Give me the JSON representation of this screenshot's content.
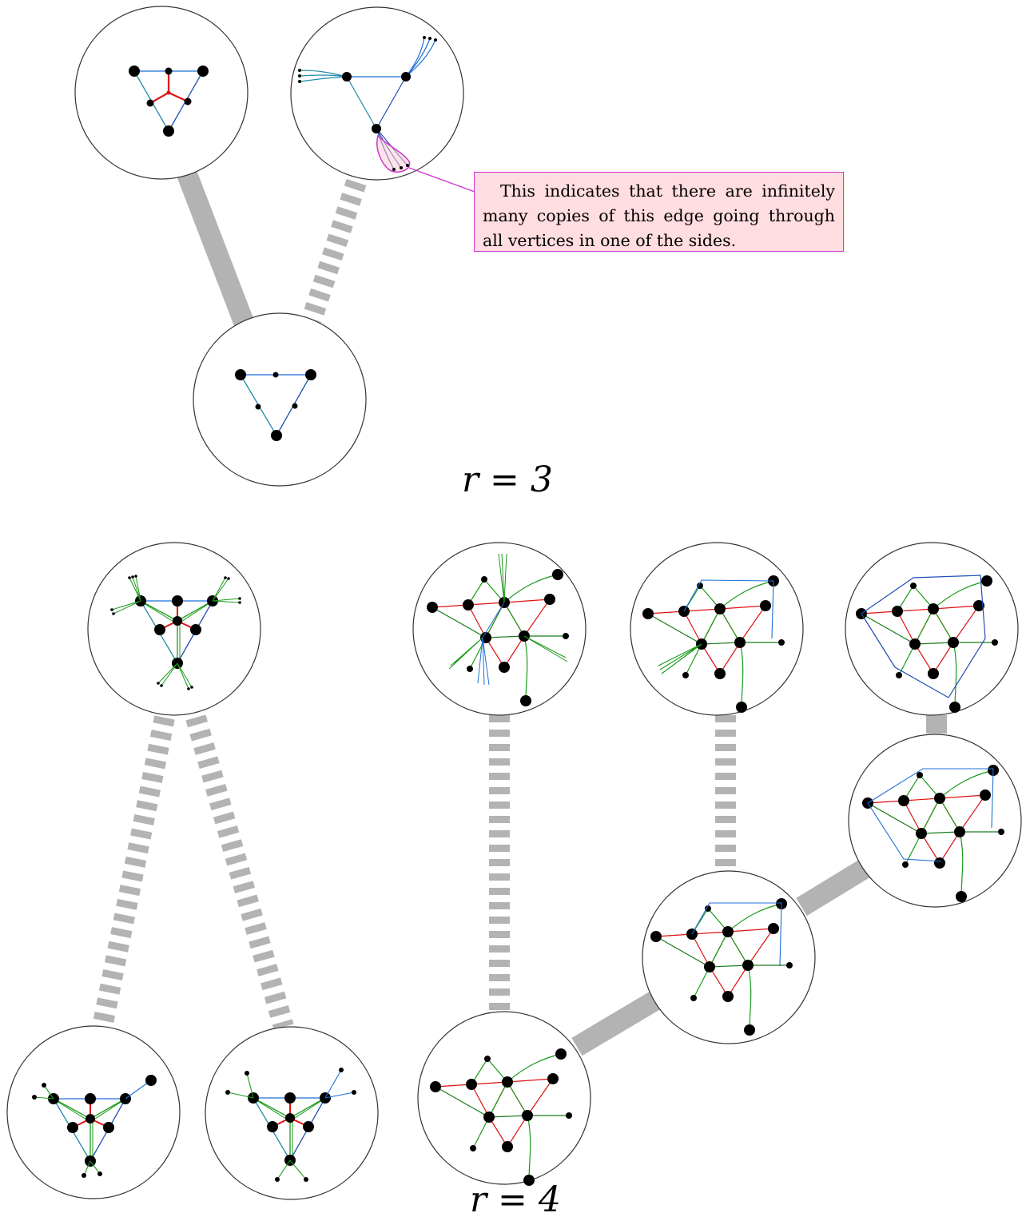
{
  "annotation": {
    "text": "This indicates that there are infinitely many copies of this edge going through all vertices in one of the sides."
  },
  "labels": {
    "r3": "r = 3",
    "r4": "r = 4"
  },
  "colors": {
    "blue": "#1f6fd6",
    "red": "#e01010",
    "green": "#1a9a1a",
    "connector": "#b3b3b3",
    "highlight": "#cc33cc",
    "note_fill": "#ffdde1"
  }
}
